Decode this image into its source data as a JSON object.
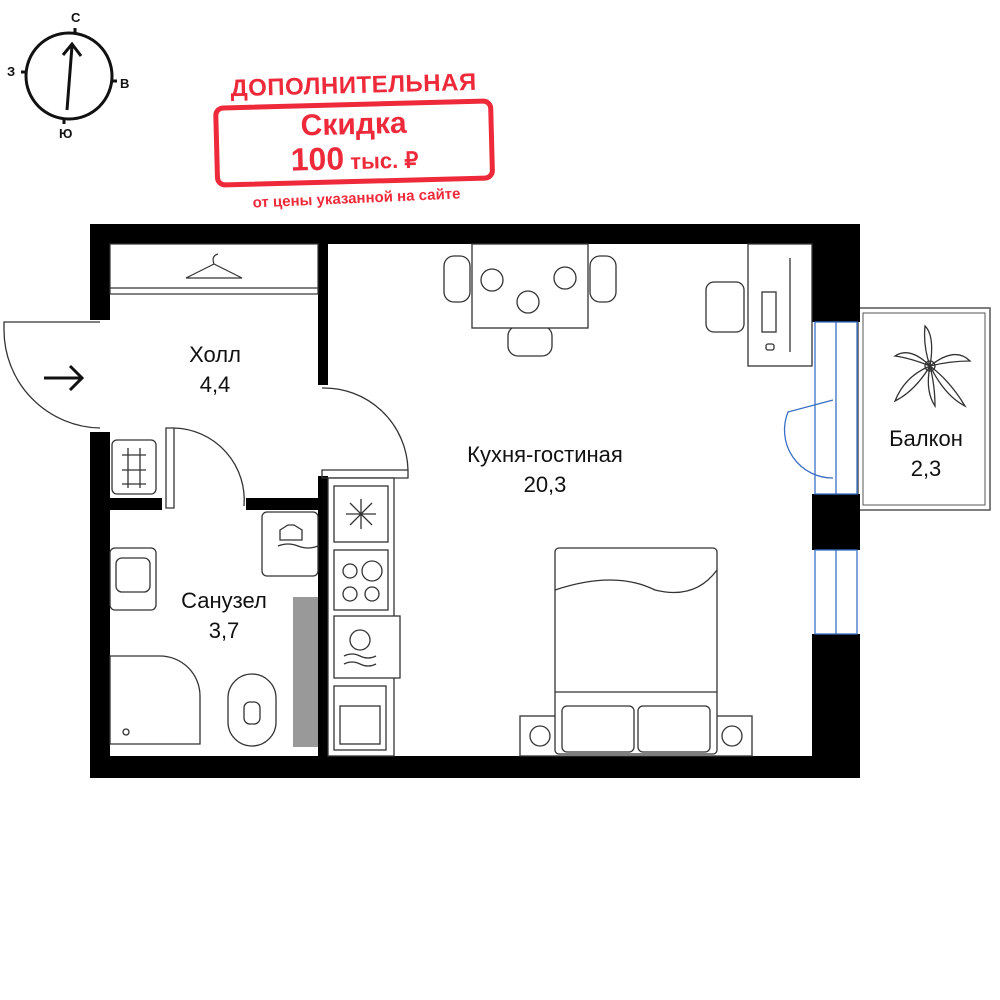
{
  "compass": {
    "north": "С",
    "south": "Ю",
    "west": "З",
    "east": "В"
  },
  "promo": {
    "headline": "ДОПОЛНИТЕЛЬНАЯ",
    "discount_word": "Скидка",
    "amount": "100",
    "unit": "тыс. ₽",
    "footnote": "от цены указанной на сайте",
    "color": "#ee2a3a"
  },
  "rooms": [
    {
      "name": "Холл",
      "area": "4,4"
    },
    {
      "name": "Кухня-гостиная",
      "area": "20,3"
    },
    {
      "name": "Санузел",
      "area": "3,7"
    },
    {
      "name": "Балкон",
      "area": "2,3"
    }
  ]
}
